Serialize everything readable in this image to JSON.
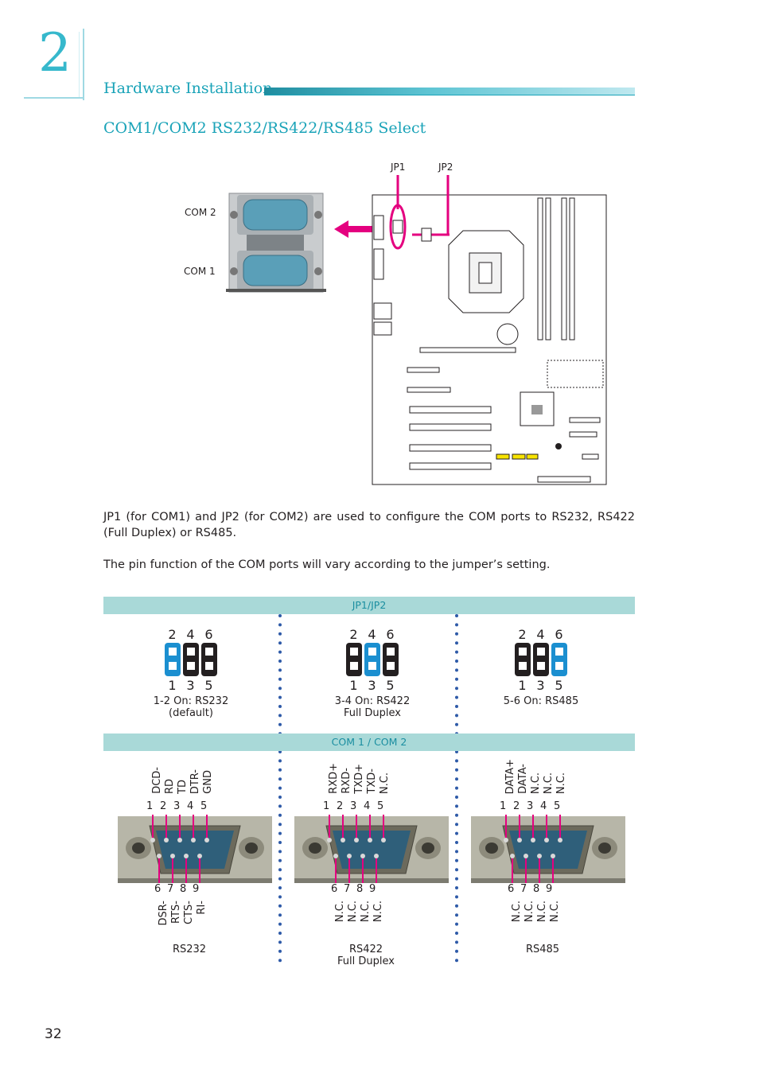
{
  "chapter": {
    "number": "2",
    "title": "Hardware Installation"
  },
  "section": {
    "title": "COM1/COM2 RS232/RS422/RS485 Select"
  },
  "figure": {
    "jp1": "JP1",
    "jp2": "JP2",
    "com2": "COM 2",
    "com1": "COM 1"
  },
  "paragraphs": [
    "JP1 (for COM1) and JP2 (for COM2) are used to configure the COM ports to RS232, RS422 (Full Duplex) or RS485.",
    "The pin function of the COM ports will vary according to the jumper’s setting."
  ],
  "jumper_band": "JP1/JP2",
  "com_band": "COM 1 / COM 2",
  "jumpers": [
    {
      "top": [
        "2",
        "4",
        "6"
      ],
      "bottom": [
        "1",
        "3",
        "5"
      ],
      "caption1": "1-2 On: RS232",
      "caption2": "(default)",
      "on_pair": 0
    },
    {
      "top": [
        "2",
        "4",
        "6"
      ],
      "bottom": [
        "1",
        "3",
        "5"
      ],
      "caption1": "3-4 On: RS422",
      "caption2": "Full Duplex",
      "on_pair": 1
    },
    {
      "top": [
        "2",
        "4",
        "6"
      ],
      "bottom": [
        "1",
        "3",
        "5"
      ],
      "caption1": "5-6 On: RS485",
      "caption2": "",
      "on_pair": 2
    }
  ],
  "connectors": [
    {
      "top_labels": [
        "DCD-",
        "RD",
        "TD",
        "DTR-",
        "GND"
      ],
      "top_nums": [
        "1",
        "2",
        "3",
        "4",
        "5"
      ],
      "bot_nums": [
        "6",
        "7",
        "8",
        "9"
      ],
      "bottom_labels": [
        "DSR-",
        "RTS-",
        "CTS-",
        "RI-"
      ],
      "caption1": "RS232",
      "caption2": ""
    },
    {
      "top_labels": [
        "RXD+",
        "RXD-",
        "TXD+",
        "TXD-",
        "N.C."
      ],
      "top_nums": [
        "1",
        "2",
        "3",
        "4",
        "5"
      ],
      "bot_nums": [
        "6",
        "7",
        "8",
        "9"
      ],
      "bottom_labels": [
        "N.C.",
        "N.C.",
        "N.C.",
        "N.C."
      ],
      "caption1": "RS422",
      "caption2": "Full Duplex"
    },
    {
      "top_labels": [
        "DATA+",
        "DATA-",
        "N.C.",
        "N.C.",
        "N.C."
      ],
      "top_nums": [
        "1",
        "2",
        "3",
        "4",
        "5"
      ],
      "bot_nums": [
        "6",
        "7",
        "8",
        "9"
      ],
      "bottom_labels": [
        "N.C.",
        "N.C.",
        "N.C.",
        "N.C."
      ],
      "caption1": "RS485",
      "caption2": ""
    }
  ],
  "colors": {
    "accent": "#36b8cc",
    "pink": "#e4007f",
    "jumper_on": "#1b8fd0",
    "jumper_off": "#231f20",
    "band": "#a9d9d8",
    "dots": "#2e5aa8"
  },
  "page_number": "32"
}
